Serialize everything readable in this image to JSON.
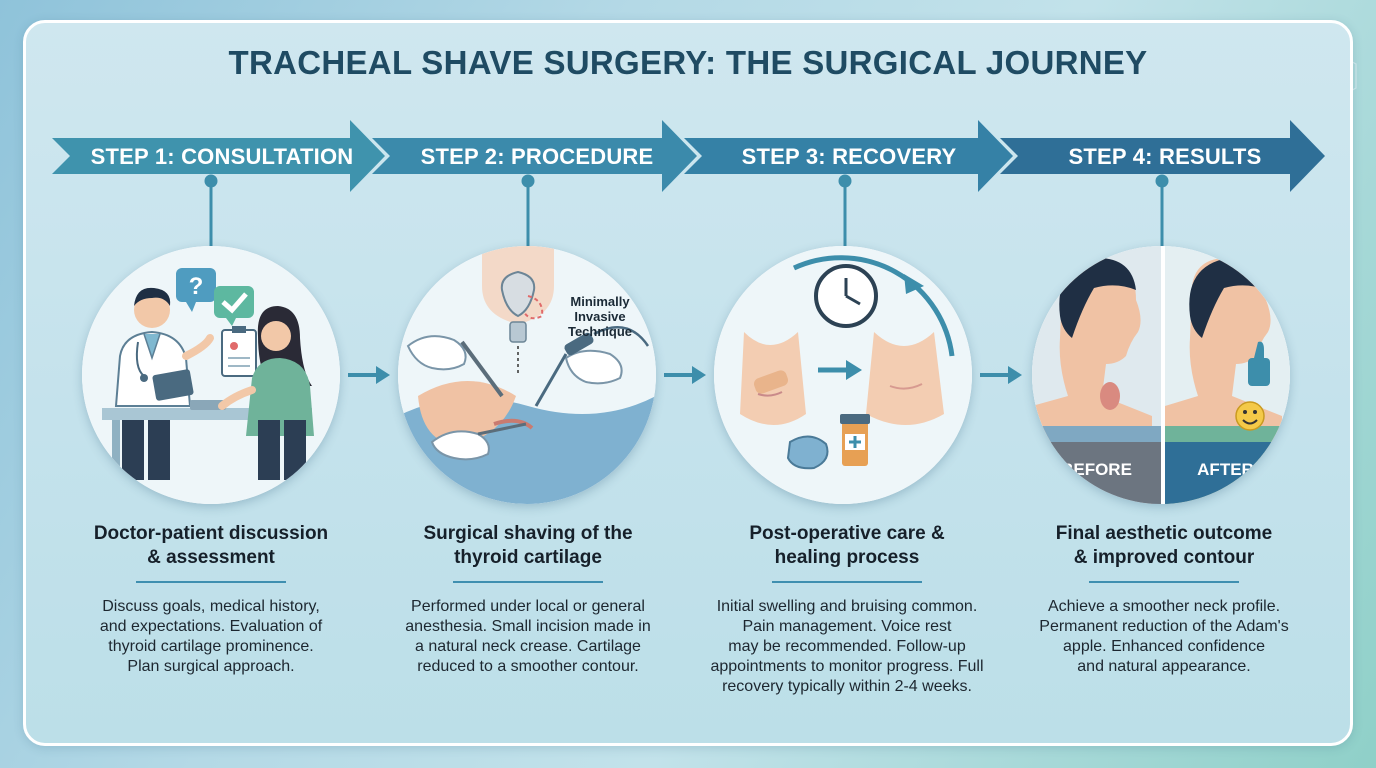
{
  "title": "TRACHEAL SHAVE SURGERY: THE SURGICAL JOURNEY",
  "colors": {
    "arrow_1": "#3f93ad",
    "arrow_2": "#3b8aab",
    "arrow_3": "#3581a6",
    "arrow_4": "#2f6f97",
    "connector": "#3d8eab",
    "heading_text": "#16202a",
    "title_text": "#1f4b63"
  },
  "steps": [
    {
      "label": "STEP 1: CONSULTATION",
      "heading_1": "Doctor-patient discussion",
      "heading_2": "& assessment",
      "desc": [
        "Discuss goals, medical history,",
        "and expectations. Evaluation of",
        "thyroid cartilage prominence.",
        "Plan surgical approach."
      ],
      "icons": [
        "doctor-icon",
        "patient-icon",
        "question-bubble-icon",
        "check-bubble-icon",
        "clipboard-icon",
        "tablet-icon"
      ]
    },
    {
      "label": "STEP 2: PROCEDURE",
      "heading_1": "Surgical shaving of the",
      "heading_2": "thyroid cartilage",
      "desc": [
        "Performed under local or general",
        "anesthesia. Small incision made in",
        "a natural neck crease. Cartilage",
        "reduced to a smoother contour."
      ],
      "tag": [
        "Minimally",
        "Invasive",
        "Technique"
      ],
      "icons": [
        "thyroid-cartilage-icon",
        "gloved-hand-icon",
        "scalpel-icon",
        "surgical-drill-icon"
      ]
    },
    {
      "label": "STEP 3: RECOVERY",
      "heading_1": "Post-operative care &",
      "heading_2": "healing process",
      "desc": [
        "Initial swelling and bruising common.",
        "Pain management. Voice rest",
        "may be recommended. Follow-up",
        "appointments to monitor progress. Full",
        "recovery typically within 2-4 weeks."
      ],
      "icons": [
        "clock-icon",
        "bandaged-neck-icon",
        "healed-neck-icon",
        "ice-pack-icon",
        "medicine-bottle-icon"
      ]
    },
    {
      "label": "STEP 4: RESULTS",
      "heading_1": "Final aesthetic outcome",
      "heading_2": "& improved contour",
      "desc": [
        "Achieve a smoother neck profile.",
        "Permanent reduction of the Adam's",
        "apple. Enhanced confidence",
        "and natural appearance."
      ],
      "before_label": "BEFORE",
      "after_label": "AFTER",
      "icons": [
        "profile-before-icon",
        "profile-after-icon",
        "thumbs-up-icon",
        "smiley-icon"
      ]
    }
  ]
}
